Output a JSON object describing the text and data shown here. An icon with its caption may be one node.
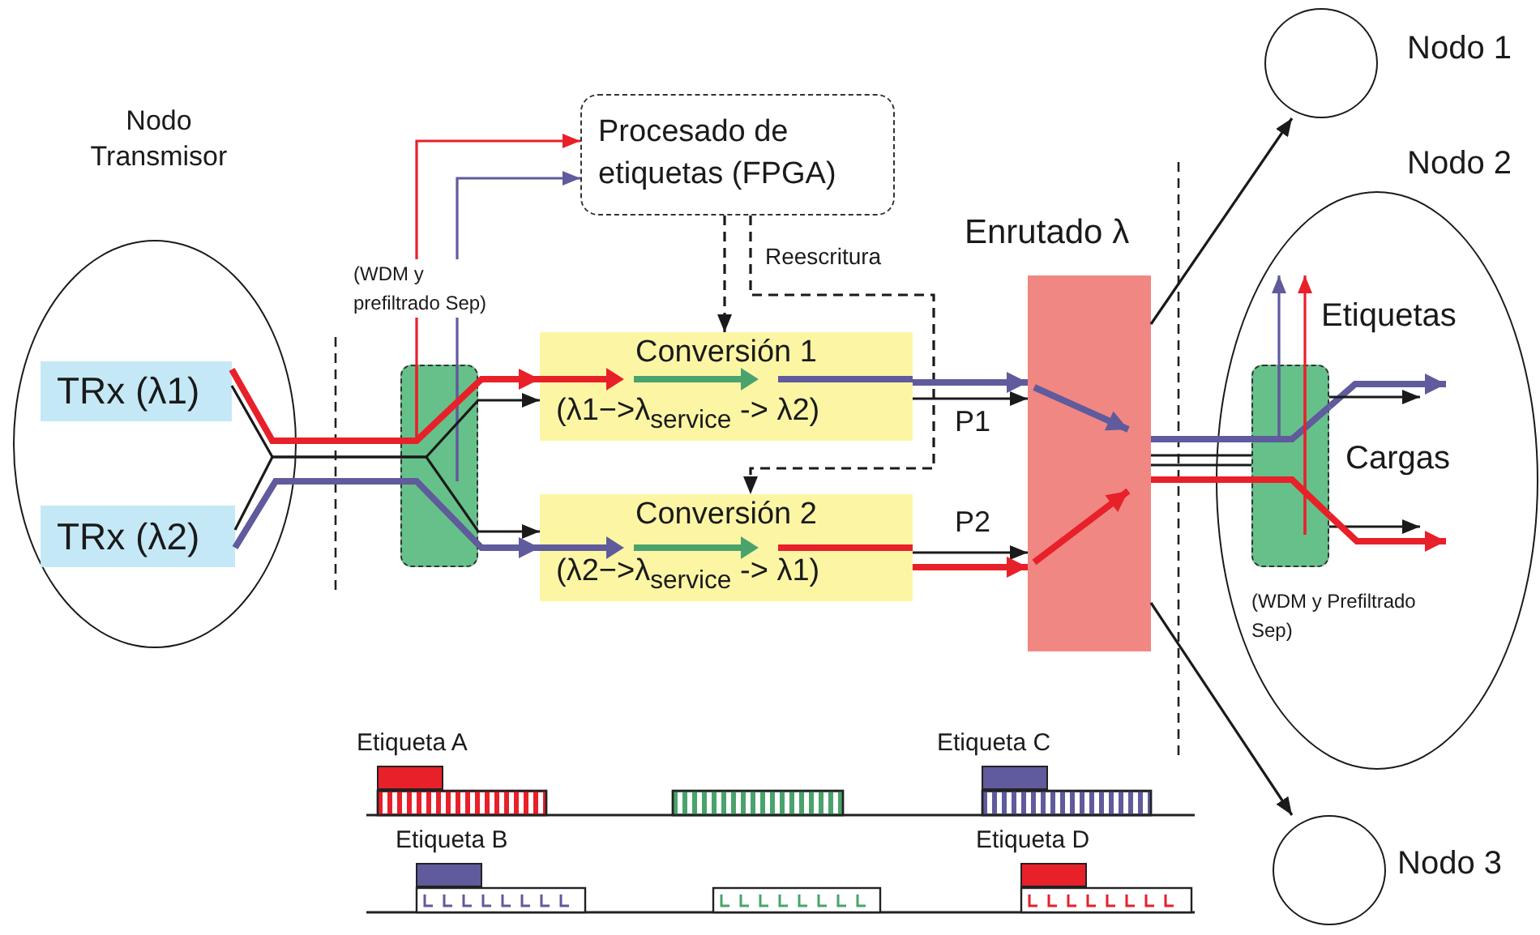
{
  "diagram": {
    "nodes": [
      {
        "text": [
          "Nodo Transmisor"
        ]
      },
      {
        "text": [
          "TRx (λ1)"
        ],
        "in": 0
      },
      {
        "text": [
          "TRx (λ2)"
        ],
        "in": 0
      },
      {
        "text": [],
        "shape": "box"
      },
      {
        "text": [
          "Procesado de etiquetas (FPGA)"
        ]
      },
      {
        "text": [
          "Conversión 1",
          "(λ1−>λ$_{service}$ -> λ2)"
        ]
      },
      {
        "text": [
          "Conversión 2",
          "(λ2−>λ$_{service}$ -> λ1)"
        ]
      },
      {
        "text": [
          "Enrutado λ"
        ]
      },
      {
        "text": [
          "Nodo 1"
        ]
      },
      {
        "text": [
          "Nodo 2"
        ]
      },
      {
        "text": [],
        "shape": "box",
        "in": 9,
        "beside": [
          "(WDM y Prefiltrado Sep)"
        ]
      },
      {
        "text": [
          "Nodo 3"
        ]
      }
    ],
    "edges": [
      {
        "from": 1,
        "to": 3,
        "arrow": "none",
        "style": "thick",
        "color": "#e8202a"
      },
      {
        "from": 1,
        "to": 3,
        "arrow": "none"
      },
      {
        "from": 2,
        "to": 3,
        "arrow": "none"
      },
      {
        "from": 2,
        "to": 3,
        "arrow": "none",
        "style": "thick",
        "color": "#5f5b9c"
      },
      {
        "from": 3,
        "to": 4,
        "arrow": "to",
        "color": "#e8202a"
      },
      {
        "from": 3,
        "to": 4,
        "arrow": "to",
        "color": "#5f5b9c"
      },
      {
        "from": 3,
        "to": 5,
        "arrow": "to",
        "style": "thick",
        "color": "#e8202a"
      },
      {
        "from": 3,
        "to": 5,
        "arrow": "to"
      },
      {
        "from": 3,
        "to": 6,
        "arrow": "to"
      },
      {
        "from": 3,
        "to": 6,
        "arrow": "to",
        "style": "thick",
        "color": "#5f5b9c"
      },
      {
        "from": 4,
        "to": 5,
        "arrow": "to",
        "style": "dashed"
      },
      {
        "from": 4,
        "to": 6,
        "arrow": "to",
        "style": "dashed",
        "label": "Reescritura"
      },
      {
        "from": 5,
        "to": 7,
        "arrow": "to",
        "style": "thick",
        "color": "#5f5b9c"
      },
      {
        "from": 5,
        "to": 7,
        "arrow": "to",
        "label": "P1"
      },
      {
        "from": 6,
        "to": 7,
        "arrow": "to",
        "label": "P2"
      },
      {
        "from": 6,
        "to": 7,
        "arrow": "to",
        "style": "thick",
        "color": "#e8202a"
      },
      {
        "from": 7,
        "to": 8,
        "arrow": "to"
      },
      {
        "from": 7,
        "to": 11,
        "arrow": "to"
      },
      {
        "from": 7,
        "to": 10,
        "arrow": "none",
        "style": "thick",
        "color": "#5f5b9c"
      },
      {
        "from": 7,
        "to": 10,
        "arrow": "none"
      },
      {
        "from": 7,
        "to": 10,
        "arrow": "none"
      },
      {
        "from": 7,
        "to": 10,
        "arrow": "none",
        "style": "thick",
        "color": "#e8202a"
      },
      {
        "from": 10,
        "to": null,
        "arrow": "to",
        "color": "#5f5b9c"
      },
      {
        "from": 10,
        "to": null,
        "arrow": "to",
        "color": "#e8202a"
      },
      {
        "from": 10,
        "to": null,
        "arrow": "to",
        "style": "thick",
        "color": "#5f5b9c"
      },
      {
        "from": 10,
        "to": null,
        "arrow": "to"
      },
      {
        "from": 10,
        "to": null,
        "arrow": "to"
      },
      {
        "from": 10,
        "to": null,
        "arrow": "to",
        "style": "thick",
        "color": "#e8202a"
      }
    ],
    "labels": [
      "(WDM y prefiltrado Sep)",
      "Etiquetas",
      "Cargas",
      "Etiqueta A",
      "Etiqueta C",
      "Etiqueta B",
      "Etiqueta D"
    ]
  }
}
